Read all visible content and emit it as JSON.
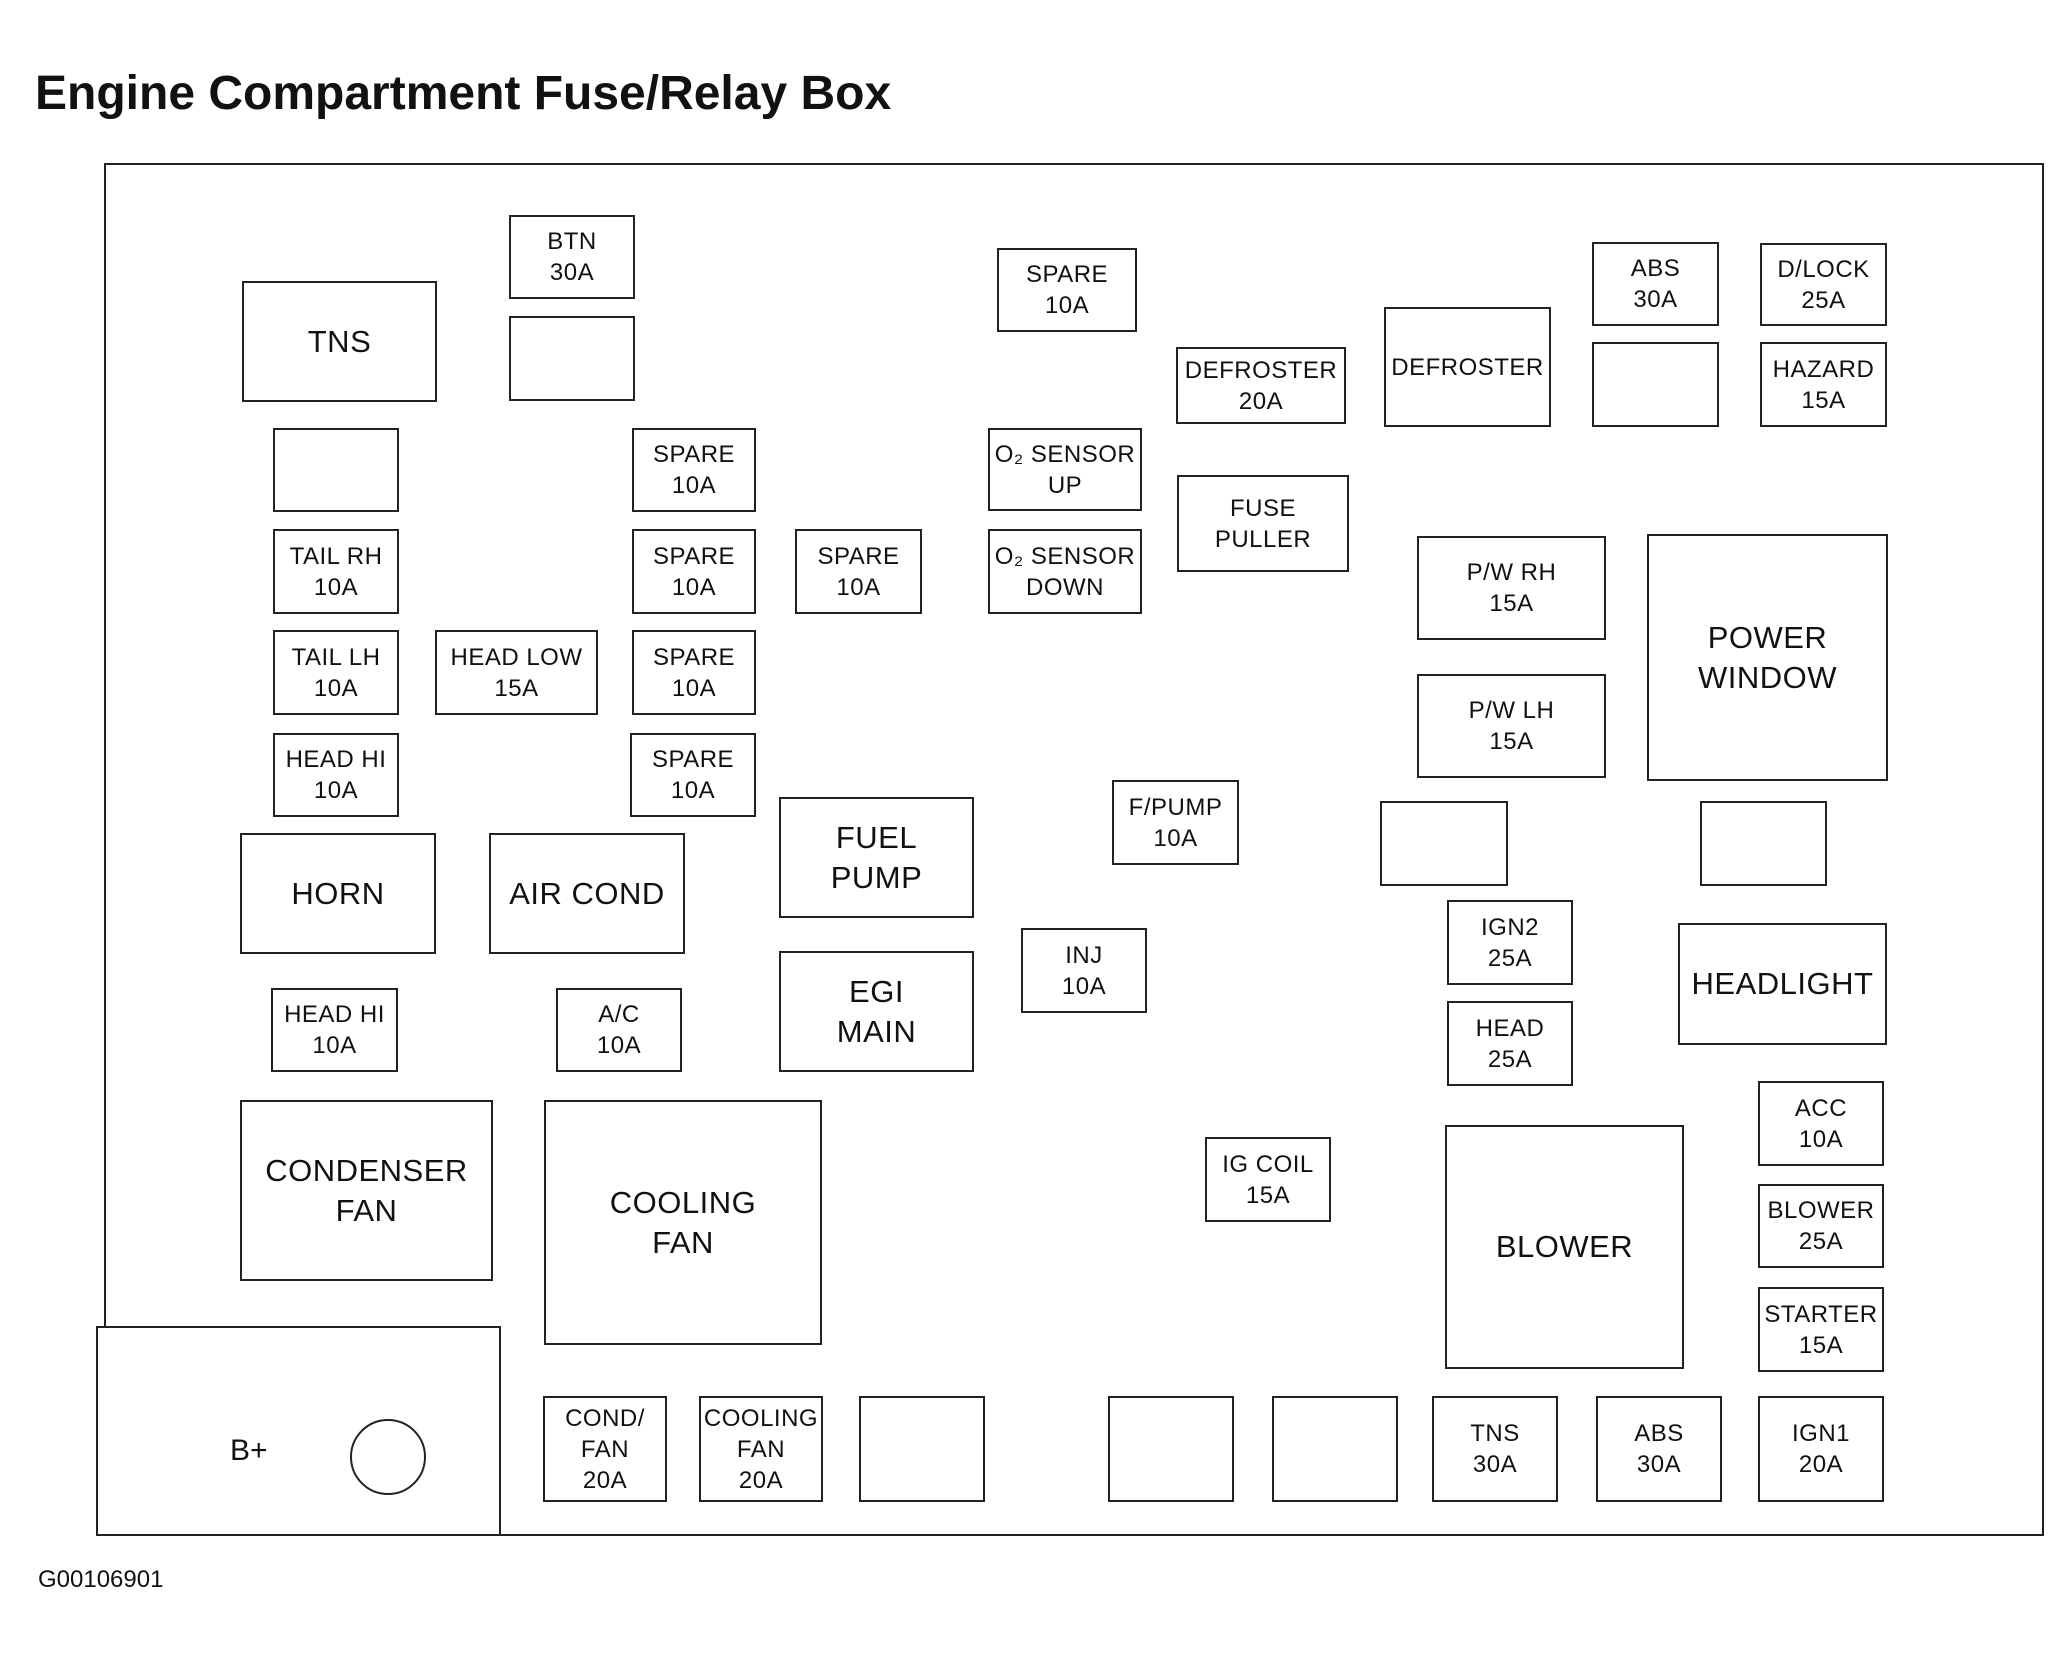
{
  "title": "Engine Compartment Fuse/Relay Box",
  "figure_code": "G00106901",
  "bplus": {
    "label": "B+"
  },
  "components": [
    {
      "id": "tns-relay",
      "label": "TNS",
      "kind": "relay"
    },
    {
      "id": "btn-fuse",
      "label": "BTN\n30A",
      "kind": "fuse"
    },
    {
      "id": "empty-1",
      "label": "",
      "kind": "empty"
    },
    {
      "id": "spare-fuse-1",
      "label": "SPARE\n10A",
      "kind": "fuse"
    },
    {
      "id": "defroster-fuse",
      "label": "DEFROSTER\n20A",
      "kind": "fuse"
    },
    {
      "id": "defroster-relay",
      "label": "DEFROSTER",
      "kind": "relay-small"
    },
    {
      "id": "abs-fuse-top",
      "label": "ABS\n30A",
      "kind": "fuse"
    },
    {
      "id": "dlock-fuse",
      "label": "D/LOCK\n25A",
      "kind": "fuse"
    },
    {
      "id": "empty-2",
      "label": "",
      "kind": "empty"
    },
    {
      "id": "hazard-fuse",
      "label": "HAZARD\n15A",
      "kind": "fuse"
    },
    {
      "id": "empty-3",
      "label": "",
      "kind": "empty"
    },
    {
      "id": "spare-fuse-2",
      "label": "SPARE\n10A",
      "kind": "fuse"
    },
    {
      "id": "o2-sensor-up-fuse",
      "label": "O₂ SENSOR\nUP",
      "kind": "fuse"
    },
    {
      "id": "fuse-puller",
      "label": "FUSE\nPULLER",
      "kind": "fuse"
    },
    {
      "id": "tail-rh-fuse",
      "label": "TAIL RH\n10A",
      "kind": "fuse"
    },
    {
      "id": "spare-fuse-3",
      "label": "SPARE\n10A",
      "kind": "fuse"
    },
    {
      "id": "spare-fuse-4",
      "label": "SPARE\n10A",
      "kind": "fuse"
    },
    {
      "id": "o2-sensor-down-fuse",
      "label": "O₂ SENSOR\nDOWN",
      "kind": "fuse"
    },
    {
      "id": "pw-rh-fuse",
      "label": "P/W RH\n15A",
      "kind": "fuse"
    },
    {
      "id": "power-window-relay",
      "label": "POWER\nWINDOW",
      "kind": "relay"
    },
    {
      "id": "tail-lh-fuse",
      "label": "TAIL LH\n10A",
      "kind": "fuse"
    },
    {
      "id": "head-low-fuse",
      "label": "HEAD LOW\n15A",
      "kind": "fuse"
    },
    {
      "id": "spare-fuse-5",
      "label": "SPARE\n10A",
      "kind": "fuse"
    },
    {
      "id": "pw-lh-fuse",
      "label": "P/W LH\n15A",
      "kind": "fuse"
    },
    {
      "id": "head-hi-fuse-1",
      "label": "HEAD HI\n10A",
      "kind": "fuse"
    },
    {
      "id": "spare-fuse-6",
      "label": "SPARE\n10A",
      "kind": "fuse"
    },
    {
      "id": "fpump-fuse",
      "label": "F/PUMP\n10A",
      "kind": "fuse"
    },
    {
      "id": "empty-4",
      "label": "",
      "kind": "empty"
    },
    {
      "id": "empty-5",
      "label": "",
      "kind": "empty"
    },
    {
      "id": "horn-relay",
      "label": "HORN",
      "kind": "relay"
    },
    {
      "id": "air-cond-relay",
      "label": "AIR COND",
      "kind": "relay"
    },
    {
      "id": "fuel-pump-relay",
      "label": "FUEL\nPUMP",
      "kind": "relay"
    },
    {
      "id": "ign2-fuse",
      "label": "IGN2\n25A",
      "kind": "fuse"
    },
    {
      "id": "inj-fuse",
      "label": "INJ\n10A",
      "kind": "fuse"
    },
    {
      "id": "headlight-relay",
      "label": "HEADLIGHT",
      "kind": "relay"
    },
    {
      "id": "egi-main-relay",
      "label": "EGI\nMAIN",
      "kind": "relay"
    },
    {
      "id": "head-hi-fuse-2",
      "label": "HEAD HI\n10A",
      "kind": "fuse"
    },
    {
      "id": "ac-fuse",
      "label": "A/C\n10A",
      "kind": "fuse"
    },
    {
      "id": "head-fuse",
      "label": "HEAD\n25A",
      "kind": "fuse"
    },
    {
      "id": "acc-fuse",
      "label": "ACC\n10A",
      "kind": "fuse"
    },
    {
      "id": "condenser-fan-relay",
      "label": "CONDENSER\nFAN",
      "kind": "relay"
    },
    {
      "id": "cooling-fan-relay",
      "label": "COOLING\nFAN",
      "kind": "relay"
    },
    {
      "id": "ig-coil-fuse",
      "label": "IG COIL\n15A",
      "kind": "fuse"
    },
    {
      "id": "blower-relay",
      "label": "BLOWER",
      "kind": "relay"
    },
    {
      "id": "blower-fuse",
      "label": "BLOWER\n25A",
      "kind": "fuse"
    },
    {
      "id": "starter-fuse",
      "label": "STARTER\n15A",
      "kind": "fuse"
    },
    {
      "id": "cond-fan-fuse",
      "label": "COND/\nFAN\n20A",
      "kind": "fuse"
    },
    {
      "id": "cooling-fan-fuse",
      "label": "COOLING\nFAN\n20A",
      "kind": "fuse"
    },
    {
      "id": "empty-6",
      "label": "",
      "kind": "empty"
    },
    {
      "id": "empty-7",
      "label": "",
      "kind": "empty"
    },
    {
      "id": "empty-8",
      "label": "",
      "kind": "empty"
    },
    {
      "id": "tns-fuse",
      "label": "TNS\n30A",
      "kind": "fuse"
    },
    {
      "id": "abs-fuse-bottom",
      "label": "ABS\n30A",
      "kind": "fuse"
    },
    {
      "id": "ign1-fuse",
      "label": "IGN1\n20A",
      "kind": "fuse"
    }
  ]
}
